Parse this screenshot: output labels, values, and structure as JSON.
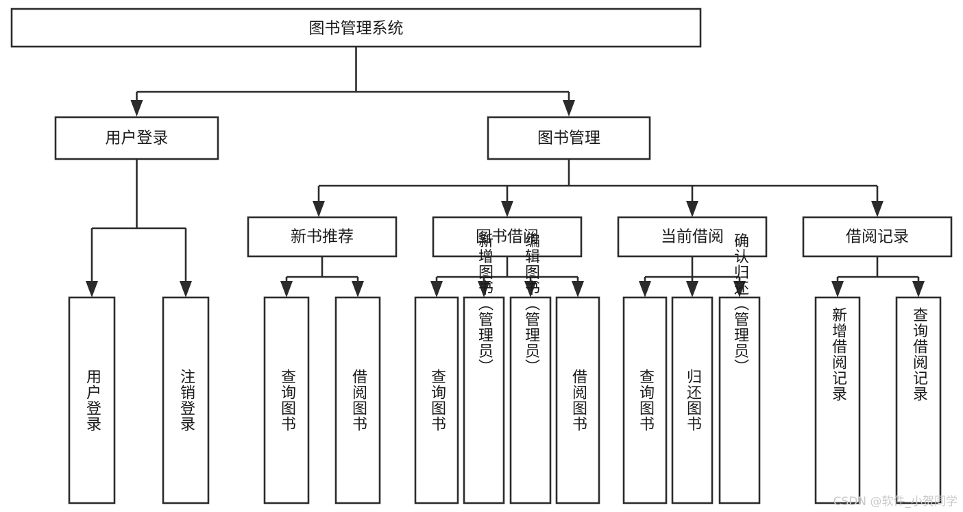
{
  "diagram": {
    "title": "图书管理系统",
    "type": "tree",
    "watermark": "CSDN @软件_小贺同学",
    "colors": {
      "box_stroke": "#2b2b2b",
      "box_fill": "#ffffff",
      "text": "#1a1a1a",
      "connector": "#2b2b2b",
      "watermark": "#c9c9c9",
      "background": "#ffffff"
    },
    "nodes": {
      "root": {
        "label": "图书管理系统",
        "level": 1,
        "orientation": "horizontal"
      },
      "l2": [
        {
          "id": "user-login",
          "label": "用户登录",
          "level": 2,
          "orientation": "horizontal"
        },
        {
          "id": "book-manage",
          "label": "图书管理",
          "level": 2,
          "orientation": "horizontal"
        }
      ],
      "l3": [
        {
          "id": "new-book-recommend",
          "label": "新书推荐",
          "level": 3,
          "orientation": "horizontal"
        },
        {
          "id": "book-borrow",
          "label": "图书借阅",
          "level": 3,
          "orientation": "horizontal"
        },
        {
          "id": "current-borrow",
          "label": "当前借阅",
          "level": 3,
          "orientation": "horizontal"
        },
        {
          "id": "borrow-record",
          "label": "借阅记录",
          "level": 3,
          "orientation": "horizontal"
        }
      ],
      "leaves": [
        {
          "id": "leaf-user-login",
          "label": "用户登录",
          "parent": "user-login",
          "orientation": "vertical"
        },
        {
          "id": "leaf-logout-login",
          "label": "注销登录",
          "parent": "user-login",
          "orientation": "vertical"
        },
        {
          "id": "leaf-query-book-1",
          "label": "查询图书",
          "parent": "new-book-recommend",
          "orientation": "vertical"
        },
        {
          "id": "leaf-borrow-book-1",
          "label": "借阅图书",
          "parent": "new-book-recommend",
          "orientation": "vertical"
        },
        {
          "id": "leaf-query-book-2",
          "label": "查询图书",
          "parent": "book-borrow",
          "orientation": "vertical"
        },
        {
          "id": "leaf-add-book",
          "label": "新增图书（管理员）",
          "parent": "book-borrow",
          "orientation": "vertical"
        },
        {
          "id": "leaf-edit-book",
          "label": "编辑图书（管理员）",
          "parent": "book-borrow",
          "orientation": "vertical"
        },
        {
          "id": "leaf-borrow-book-2",
          "label": "借阅图书",
          "parent": "book-borrow",
          "orientation": "vertical"
        },
        {
          "id": "leaf-query-book-3",
          "label": "查询图书",
          "parent": "current-borrow",
          "orientation": "vertical"
        },
        {
          "id": "leaf-return-book",
          "label": "归还图书",
          "parent": "current-borrow",
          "orientation": "vertical"
        },
        {
          "id": "leaf-confirm-return",
          "label": "确认归还（管理员）",
          "parent": "current-borrow",
          "orientation": "vertical"
        },
        {
          "id": "leaf-add-record",
          "label": "新增借阅记录",
          "parent": "borrow-record",
          "orientation": "vertical"
        },
        {
          "id": "leaf-query-record",
          "label": "查询借阅记录",
          "parent": "borrow-record",
          "orientation": "vertical"
        }
      ]
    }
  }
}
